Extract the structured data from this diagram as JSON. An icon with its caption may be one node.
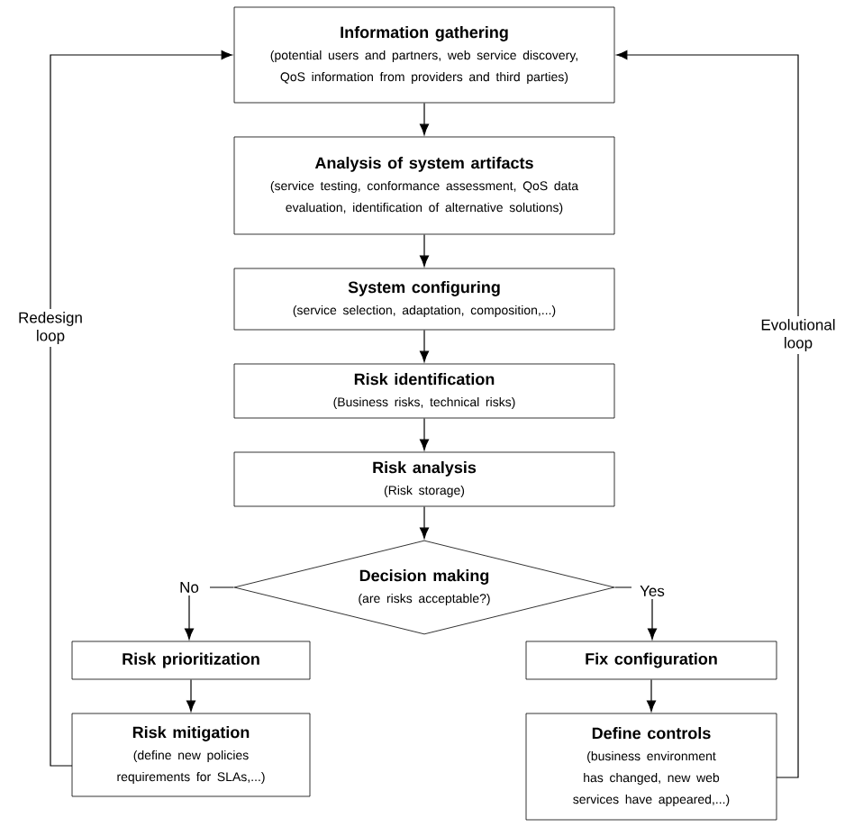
{
  "diagram": {
    "nodes": [
      {
        "text": [
          "Information gathering",
          "(potential users and partners, web service discovery, QoS information from providers and third parties)"
        ]
      },
      {
        "text": [
          "Analysis of system artifacts",
          "(service testing, conformance assessment, QoS data evaluation, identification of alternative solutions)"
        ]
      },
      {
        "text": [
          "System configuring",
          "(service selection, adaptation, composition,...)"
        ]
      },
      {
        "text": [
          "Risk identification",
          "(Business risks, technical risks)"
        ]
      },
      {
        "text": [
          "Risk analysis",
          "(Risk storage)"
        ]
      },
      {
        "text": [
          "Decision making",
          "(are risks acceptable?)"
        ]
      },
      {
        "text": [
          "Risk prioritization"
        ]
      },
      {
        "text": [
          "Risk mitigation",
          "(define new policies requirements for SLAs,...)"
        ]
      },
      {
        "text": [
          "Fix configuration"
        ]
      },
      {
        "text": [
          "Define controls",
          "(business environment has changed, new web services have appeared,...)"
        ]
      }
    ],
    "edges": [
      {
        "from": 0,
        "to": 1,
        "arrow": "to"
      },
      {
        "from": 1,
        "to": 2,
        "arrow": "to"
      },
      {
        "from": 2,
        "to": 3,
        "arrow": "to"
      },
      {
        "from": 3,
        "to": 4,
        "arrow": "to"
      },
      {
        "from": 4,
        "to": 5,
        "arrow": "to"
      },
      {
        "from": 5,
        "to": 6,
        "arrow": "to",
        "label": "No"
      },
      {
        "from": 5,
        "to": 8,
        "arrow": "to",
        "label": "Yes"
      },
      {
        "from": 6,
        "to": 7,
        "arrow": "to"
      },
      {
        "from": 8,
        "to": 9,
        "arrow": "to"
      },
      {
        "from": 7,
        "to": 0,
        "arrow": "to",
        "label": "Redesign loop"
      },
      {
        "from": 9,
        "to": 0,
        "arrow": "to",
        "label": "Evolutional loop"
      }
    ]
  }
}
